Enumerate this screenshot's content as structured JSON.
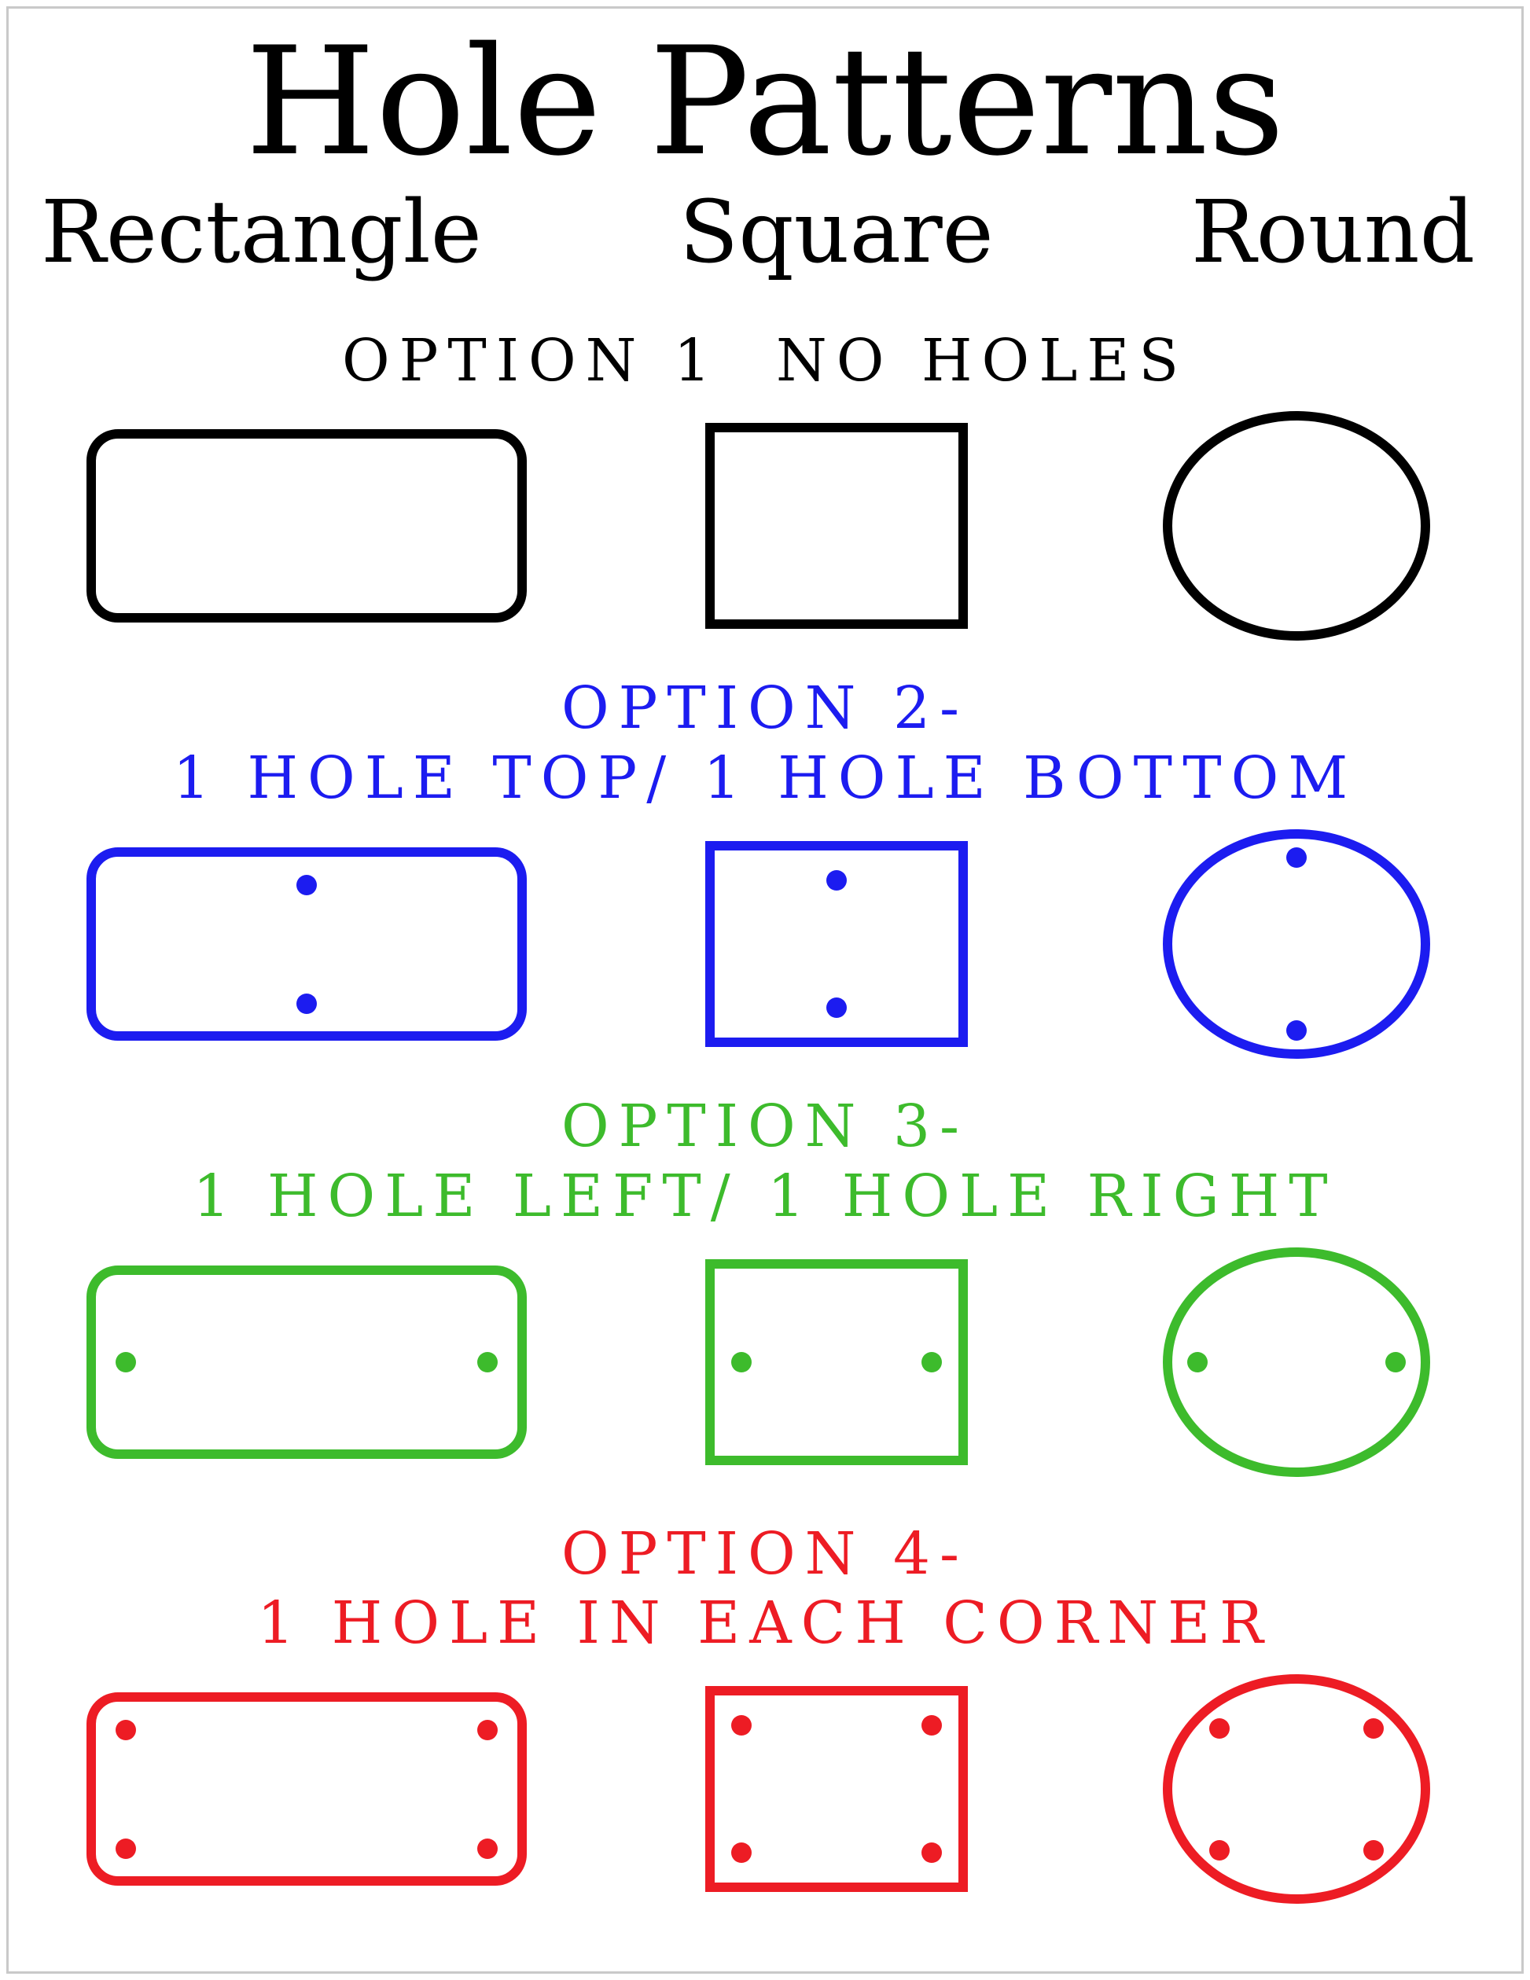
{
  "page": {
    "title": "Hole Patterns",
    "background": "#ffffff",
    "border_color": "#c9c9c9",
    "columns": [
      {
        "label": "Rectangle"
      },
      {
        "label": "Square"
      },
      {
        "label": "Round"
      }
    ]
  },
  "sections": [
    {
      "id": "option-1",
      "color": "#000000",
      "line1": "OPTION 1  NO HOLES",
      "holes": "none",
      "hole_count_per_shape": 0
    },
    {
      "id": "option-2",
      "color": "#1c1cf0",
      "line1": "OPTION 2-",
      "line2": "1 HOLE TOP/ 1 HOLE BOTTOM",
      "holes": "top-bottom",
      "hole_count_per_shape": 2
    },
    {
      "id": "option-3",
      "color": "#3dbb2c",
      "line1": "OPTION 3-",
      "line2": "1 HOLE LEFT/ 1 HOLE RIGHT",
      "holes": "left-right",
      "hole_count_per_shape": 2
    },
    {
      "id": "option-4",
      "color": "#ed1c24",
      "line1": "OPTION 4-",
      "line2": "1 HOLE IN EACH CORNER",
      "holes": "corners",
      "hole_count_per_shape": 4
    }
  ]
}
